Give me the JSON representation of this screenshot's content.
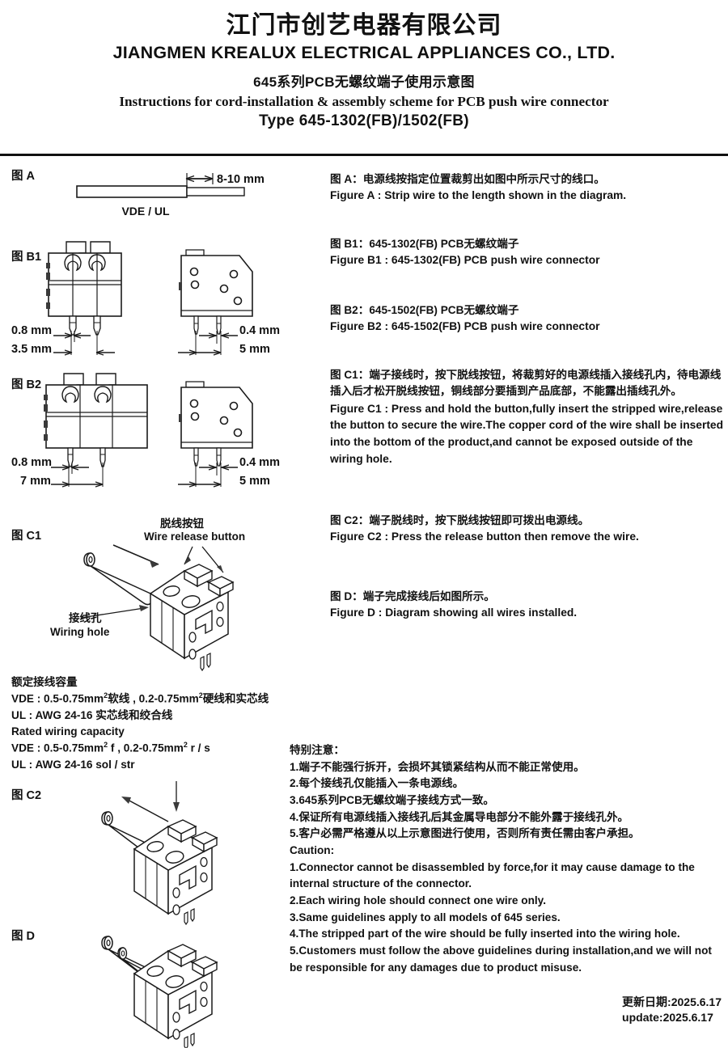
{
  "header": {
    "company_cn": "江门市创艺电器有限公司",
    "company_en": "JIANGMEN  KREALUX  ELECTRICAL  APPLIANCES  CO., LTD.",
    "title_cn": "645系列PCB无螺纹端子使用示意图",
    "title_en": "Instructions for cord-installation & assembly scheme for PCB push wire connector",
    "type_line": "Type 645-1302(FB)/1502(FB)"
  },
  "figures": {
    "a_label": "图 A",
    "b1_label": "图 B1",
    "b2_label": "图 B2",
    "c1_label": "图 C1",
    "c2_label": "图 C2",
    "d_label": "图 D"
  },
  "figure_a": {
    "strip_length": "8-10 mm",
    "standard": "VDE / UL"
  },
  "figure_b1": {
    "pin_width": "0.8 mm",
    "pitch": "3.5 mm",
    "pin_thickness": "0.4 mm",
    "row_spacing": "5 mm"
  },
  "figure_b2": {
    "pin_width": "0.8 mm",
    "pitch": "7 mm",
    "pin_thickness": "0.4 mm",
    "row_spacing": "5 mm"
  },
  "figure_c1_callouts": {
    "button_cn": "脱线按钮",
    "button_en": "Wire release button",
    "hole_cn": "接线孔",
    "hole_en": "Wiring hole"
  },
  "capacity": {
    "title_cn": "额定接线容量",
    "vde_cn_1": "VDE : 0.5-0.75mm",
    "vde_cn_sup1": "2",
    "vde_cn_2": "软线 , 0.2-0.75mm",
    "vde_cn_sup2": "2",
    "vde_cn_3": "硬线和实芯线",
    "ul_cn": "UL : AWG 24-16 实芯线和绞合线",
    "title_en": "Rated wiring capacity",
    "vde_en_1": "VDE : 0.5-0.75mm",
    "vde_en_sup1": "2",
    "vde_en_2": " f , 0.2-0.75mm",
    "vde_en_sup2": "2",
    "vde_en_3": " r / s",
    "ul_en": "UL : AWG 24-16 sol / str"
  },
  "descriptions": {
    "a_cn": "图 A：电源线按指定位置裁剪出如图中所示尺寸的线口。",
    "a_en": "Figure A : Strip wire to the length shown in the diagram.",
    "b1_cn": "图 B1：645-1302(FB) PCB无螺纹端子",
    "b1_en": "Figure B1 : 645-1302(FB) PCB push wire connector",
    "b2_cn": "图 B2：645-1502(FB) PCB无螺纹端子",
    "b2_en": "Figure B2 : 645-1502(FB) PCB push wire connector",
    "c1_cn": "图 C1：端子接线时，按下脱线按钮，将裁剪好的电源线插入接线孔内，待电源线插入后才松开脱线按钮，铜线部分要插到产品底部，不能露出插线孔外。",
    "c1_en": "Figure C1 : Press and hold the button,fully insert the stripped wire,release the button to secure the wire.The copper cord of the wire shall be inserted into the bottom of the product,and cannot be exposed outside of the wiring hole.",
    "c2_cn": "图  C2：端子脱线时，按下脱线按钮即可拨出电源线。",
    "c2_en": "Figure C2 : Press the release button then remove the wire.",
    "d_cn": "图 D：端子完成接线后如图所示。",
    "d_en": "Figure D : Diagram showing all wires installed."
  },
  "caution": {
    "title_cn": "特别注意：",
    "items_cn": [
      "1.端子不能强行拆开，会损坏其锁紧结构从而不能正常使用。",
      "2.每个接线孔仅能插入一条电源线。",
      "3.645系列PCB无螺纹端子接线方式一致。",
      "4.保证所有电源线插入接线孔后其金属导电部分不能外露于接线孔外。",
      "5.客户必需严格遵从以上示意图进行使用，否则所有责任需由客户承担。"
    ],
    "title_en": "Caution:",
    "items_en": [
      "1.Connector cannot be disassembled by force,for it may cause damage to the internal structure of the connector.",
      "2.Each wiring hole should connect one wire only.",
      "3.Same guidelines apply to all models of 645 series.",
      "4.The stripped part of the wire should be fully inserted into the wiring hole.",
      "5.Customers must follow the above guidelines during installation,and we will not be responsible for any damages due to product misuse."
    ]
  },
  "footer": {
    "update_cn": "更新日期:2025.6.17",
    "update_en": "update:2025.6.17"
  }
}
